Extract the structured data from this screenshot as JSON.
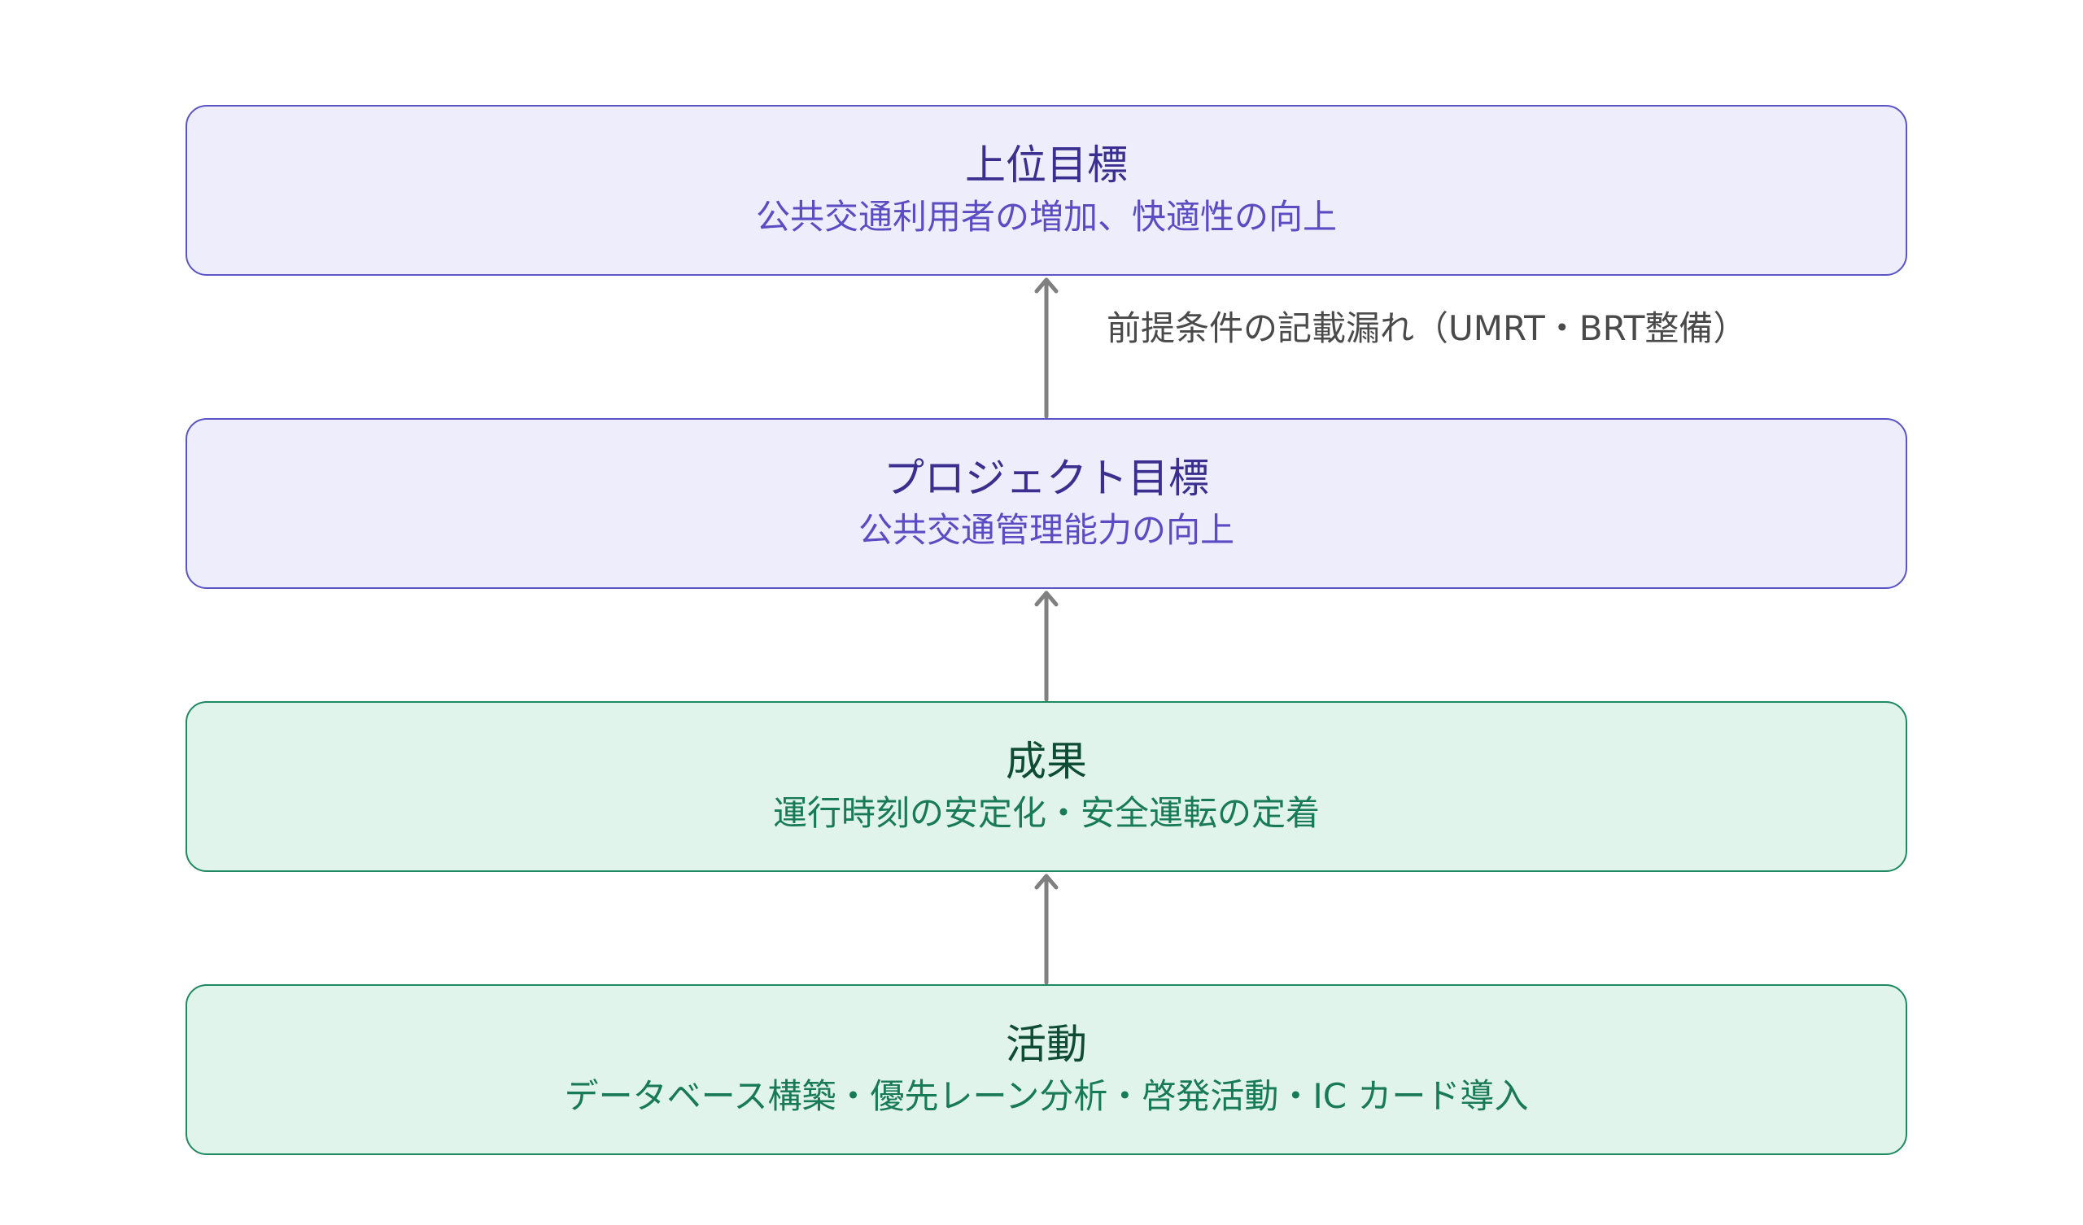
{
  "nodes": {
    "goal": {
      "title": "上位目標",
      "subtitle": "公共交通利用者の増加、快適性の向上"
    },
    "project": {
      "title": "プロジェクト目標",
      "subtitle": "公共交通管理能力の向上"
    },
    "outcome": {
      "title": "成果",
      "subtitle": "運行時刻の安定化・安全運転の定着"
    },
    "activity": {
      "title": "活動",
      "subtitle": "データベース構築・優先レーン分析・啓発活動・IC カード導入"
    }
  },
  "edges": {
    "project_to_goal_label": "前提条件の記載漏れ（UMRT・BRT整備）"
  },
  "colors": {
    "purple_fill": "#ededfc",
    "purple_border": "#5b54c7",
    "green_fill": "#e0f4ec",
    "green_border": "#1f8a62",
    "arrow": "#808080"
  }
}
